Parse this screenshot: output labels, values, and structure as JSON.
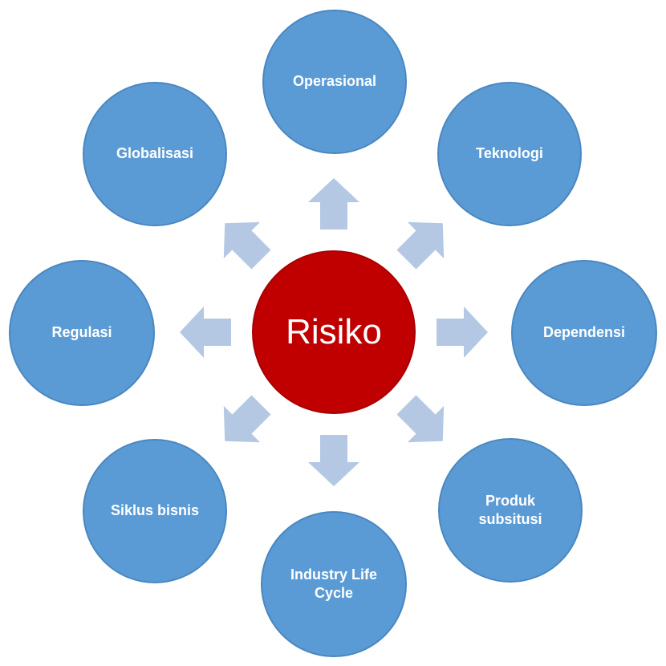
{
  "center": {
    "label": "Risiko",
    "color": "#c00000"
  },
  "nodes": [
    {
      "id": "operasional",
      "label": "Operasional"
    },
    {
      "id": "teknologi",
      "label": "Teknologi"
    },
    {
      "id": "dependensi",
      "label": "Dependensi"
    },
    {
      "id": "produk-subsitusi",
      "label": "Produk\nsubsitusi"
    },
    {
      "id": "industry-life-cycle",
      "label": "Industry Life\nCycle"
    },
    {
      "id": "siklus-bisnis",
      "label": "Siklus bisnis"
    },
    {
      "id": "regulasi",
      "label": "Regulasi"
    },
    {
      "id": "globalisasi",
      "label": "Globalisasi"
    }
  ],
  "colors": {
    "node_fill": "#5b9bd5",
    "arrow_fill": "#b4c8e4"
  }
}
